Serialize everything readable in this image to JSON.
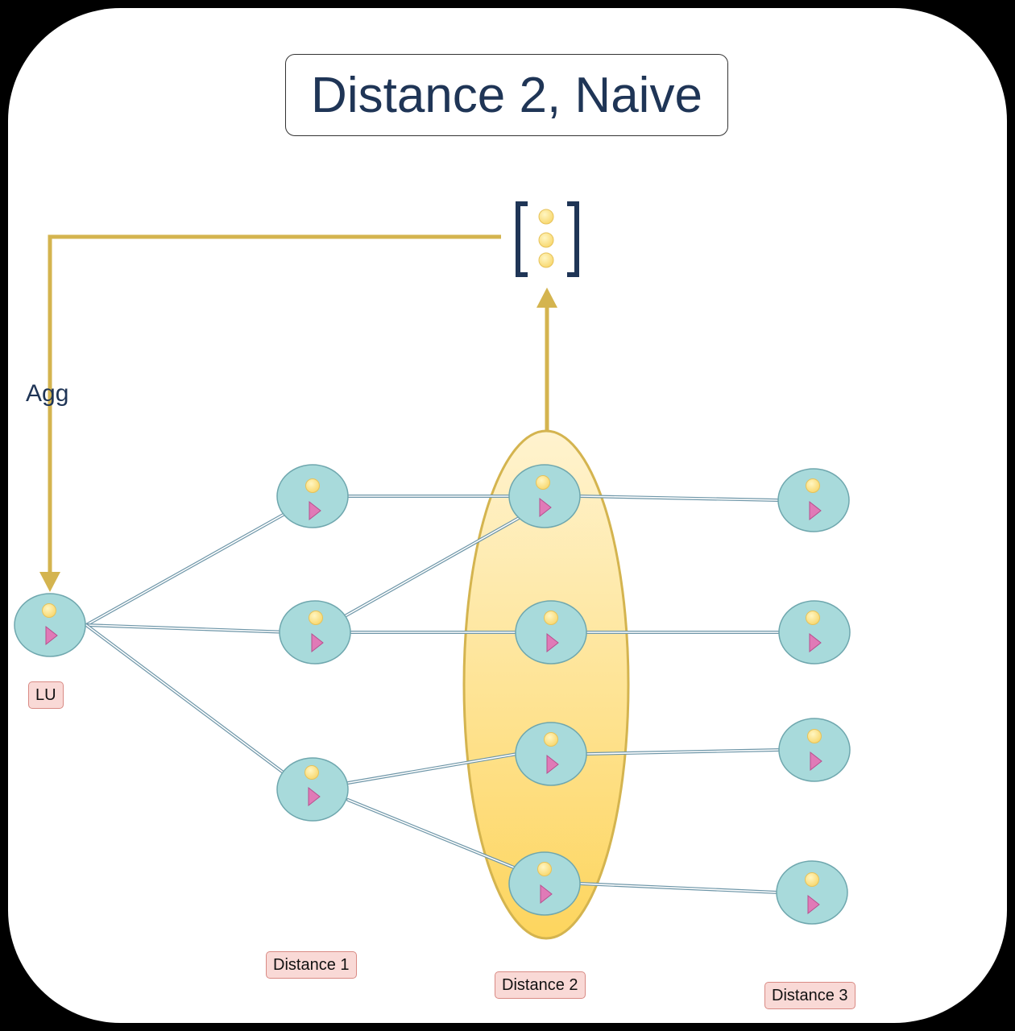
{
  "title": "Distance 2, Naive",
  "aggregate_label": "Agg",
  "labels": {
    "lu": "LU",
    "distance_1": "Distance 1",
    "distance_2": "Distance 2",
    "distance_3": "Distance 3"
  },
  "colors": {
    "node_fill": "#a8dadb",
    "node_stroke": "#6fa7ae",
    "feature_dot": "#fde58e",
    "play_icon": "#e07ab7",
    "arrow": "#d4b44f",
    "highlight": "#fdd96b",
    "bracket": "#1f3556",
    "edge": "#6e96a8",
    "tag_fill": "#f9d9d6"
  }
}
